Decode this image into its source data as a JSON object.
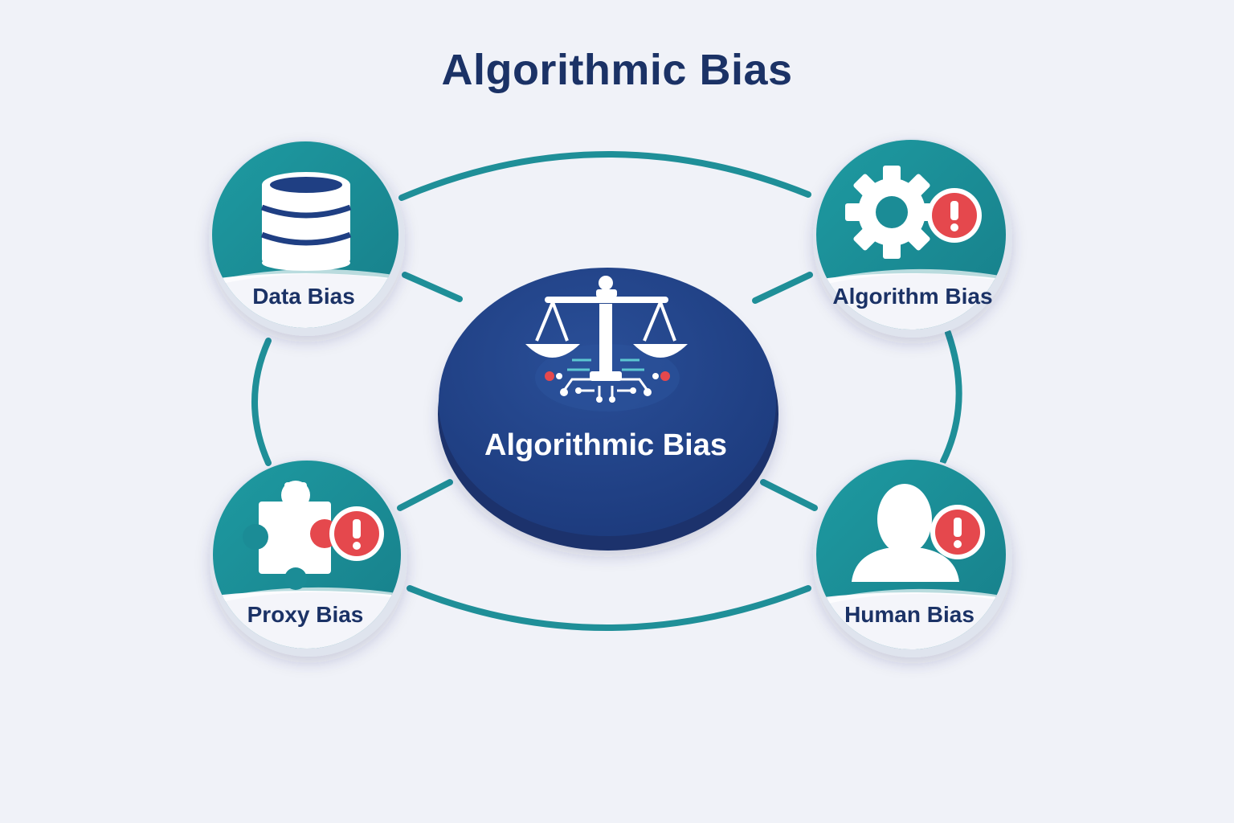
{
  "title": "Algorithmic Bias",
  "center": {
    "label": "Algorithmic Bias",
    "icon": "scales-of-justice-icon"
  },
  "nodes": {
    "data_bias": {
      "label": "Data Bias",
      "icon": "database-icon"
    },
    "algorithm_bias": {
      "label": "Algorithm Bias",
      "icon": "gear-warning-icon"
    },
    "proxy_bias": {
      "label": "Proxy Bias",
      "icon": "puzzle-warning-icon"
    },
    "human_bias": {
      "label": "Human Bias",
      "icon": "person-warning-icon"
    }
  },
  "colors": {
    "background": "#f0f2f8",
    "title": "#1b3266",
    "teal": "#1f8f98",
    "navy": "#1f3f83",
    "warning": "#e5484d",
    "white": "#ffffff"
  }
}
